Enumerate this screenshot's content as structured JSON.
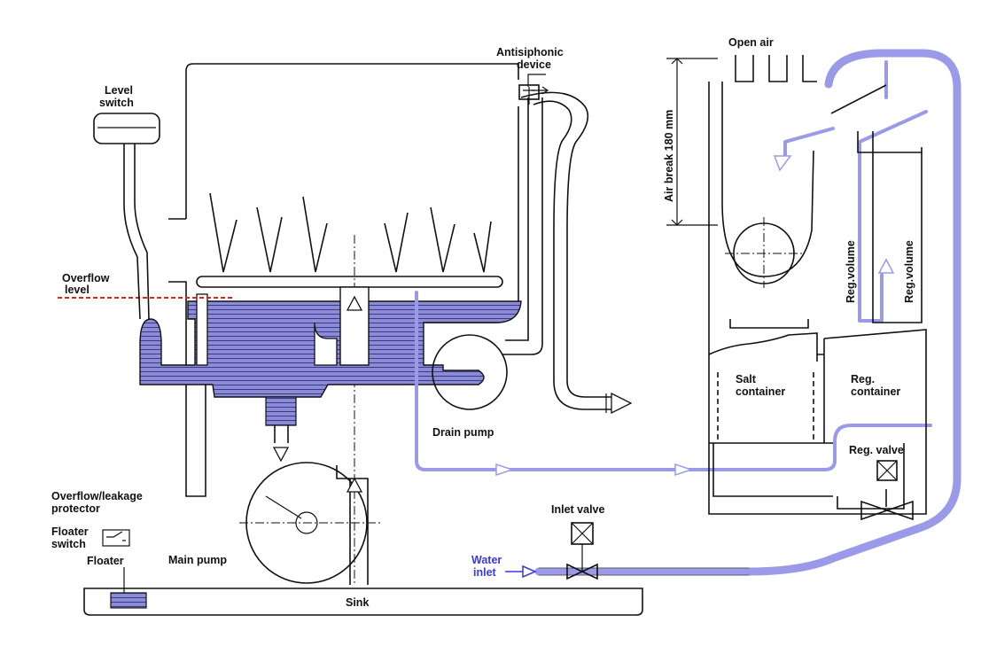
{
  "colors": {
    "water": "#8c8cd6",
    "water_dark": "#3a3a88",
    "pipe": "#9a9ae8",
    "inlet_text": "#3a3ad6",
    "overflow_line": "#e02020",
    "ink": "#111111"
  },
  "labels": {
    "open_air": "Open air",
    "antisiphonic_1": "Antisiphonic",
    "antisiphonic_2": "device",
    "level_switch_1": "Level",
    "level_switch_2": "switch",
    "air_break": "Air break 180 mm",
    "overflow_1": "Overflow",
    "overflow_2": "level",
    "reg_volume_a": "Reg.volume",
    "reg_volume_b": "Reg.volume",
    "salt_1": "Salt",
    "salt_2": "container",
    "reg_container_1": "Reg.",
    "reg_container_2": "container",
    "drain_pump": "Drain pump",
    "reg_valve": "Reg. valve",
    "leak_protector_1": "Overflow/leakage",
    "leak_protector_2": "protector",
    "inlet_valve": "Inlet valve",
    "floater_switch_1": "Floater",
    "floater_switch_2": "switch",
    "floater": "Floater",
    "main_pump": "Main pump",
    "water_inlet_1": "Water",
    "water_inlet_2": "inlet",
    "sink": "Sink"
  },
  "icons": [
    "level-switch-icon",
    "floater-switch-icon",
    "inlet-valve-icon",
    "reg-valve-icon",
    "drain-arrow-icon"
  ]
}
